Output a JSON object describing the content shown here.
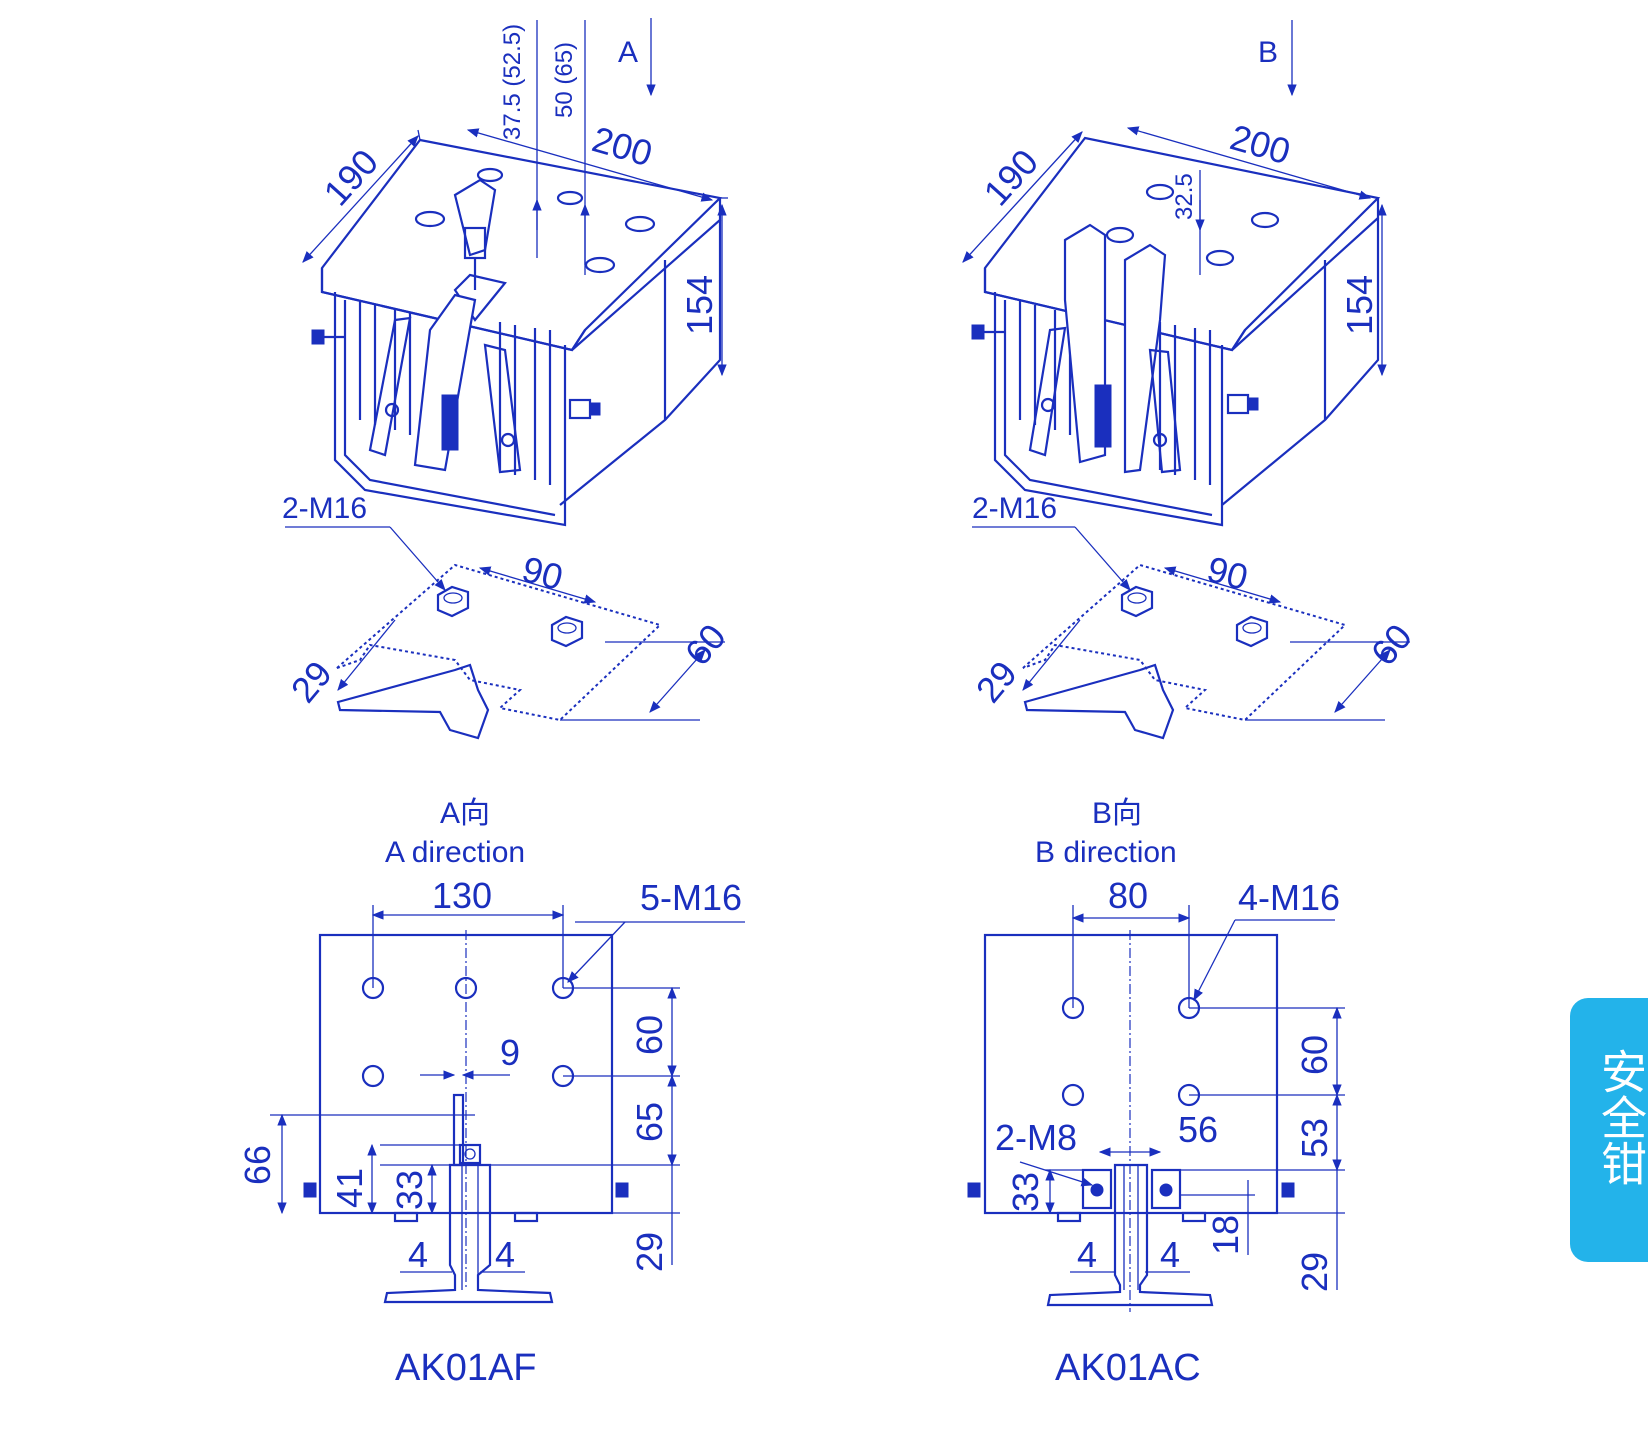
{
  "colors": {
    "line": "#1a2fbe",
    "tab_bg": "#23b3ea",
    "tab_text": "#ffffff",
    "background": "#ffffff"
  },
  "side_tab": {
    "label": "安全钳"
  },
  "left": {
    "view_arrow": "A",
    "dims": {
      "depth": "190",
      "width": "200",
      "height": "154",
      "offset_a": "37.5 (52.5)",
      "offset_b": "50 (65)"
    },
    "bolt_label": "2-M16",
    "base_dims": {
      "spacing": "90",
      "depth": "60",
      "rail": "29"
    },
    "view_title_cn": "A向",
    "view_title_en": "A direction",
    "face": {
      "width_dim": "130",
      "holes_label": "5-M16",
      "gap": "9",
      "row_1": "60",
      "row_2": "65",
      "left_height": "66",
      "block_1": "41",
      "block_2": "33",
      "rail_left": "4",
      "rail_right": "4",
      "bottom": "29"
    },
    "model": "AK01AF"
  },
  "right": {
    "view_arrow": "B",
    "dims": {
      "depth": "190",
      "width": "200",
      "height": "154",
      "offset": "32.5"
    },
    "bolt_label": "2-M16",
    "base_dims": {
      "spacing": "90",
      "depth": "60",
      "rail": "29"
    },
    "view_title_cn": "B向",
    "view_title_en": "B direction",
    "face": {
      "width_dim": "80",
      "holes_label": "4-M16",
      "screw_label": "2-M8",
      "inner_width": "56",
      "row_1": "60",
      "row_2": "53",
      "block": "33",
      "right_offset": "18",
      "rail_left": "4",
      "rail_right": "4",
      "bottom": "29"
    },
    "model": "AK01AC"
  }
}
